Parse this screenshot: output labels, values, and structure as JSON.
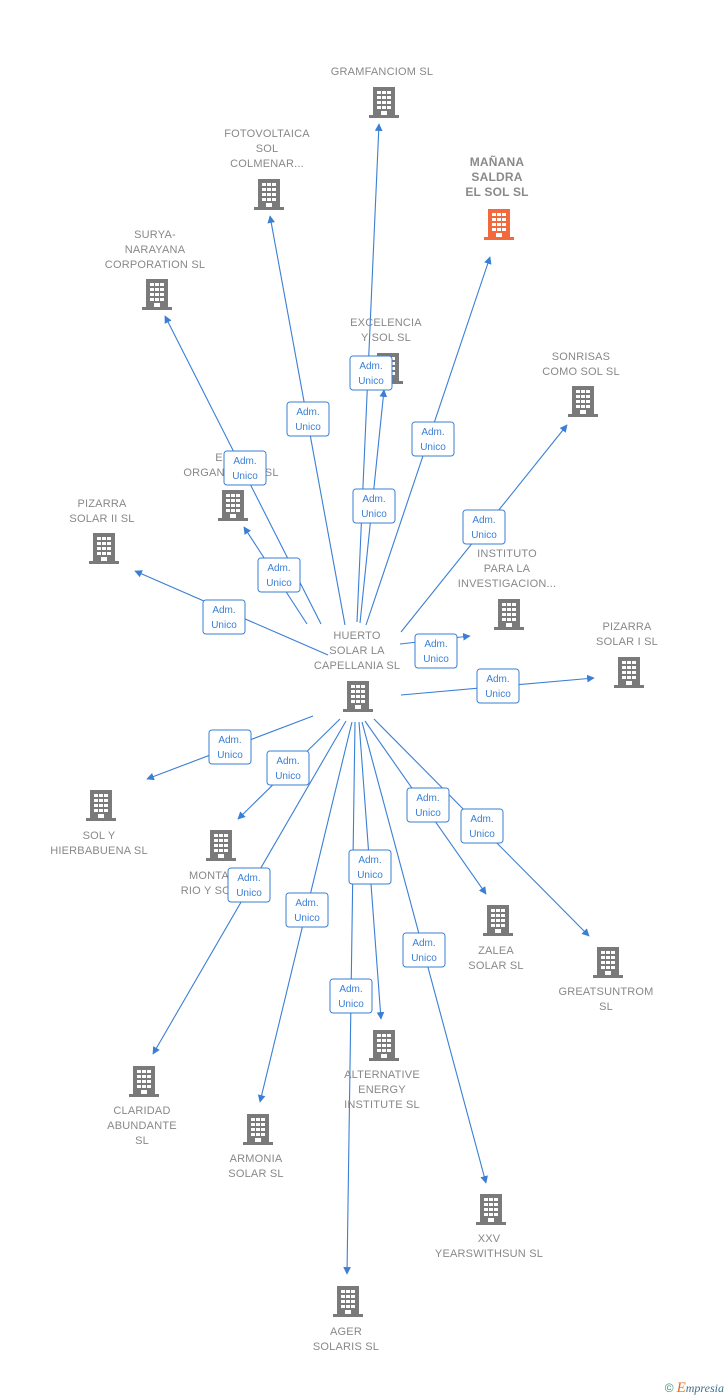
{
  "colors": {
    "node": "#7a7a7a",
    "highlight": "#f26a3b",
    "edge": "#3a7fd5"
  },
  "center": {
    "label": [
      "HUERTO",
      "SOLAR LA",
      "CAPELLANIA SL"
    ]
  },
  "nodes": [
    {
      "id": "gramfanciom",
      "label": [
        "GRAMFANCIOM SL"
      ]
    },
    {
      "id": "fotovoltaica",
      "label": [
        "FOTOVOLTAICA",
        "SOL",
        "COLMENAR..."
      ]
    },
    {
      "id": "manana",
      "label": [
        "MAÑANA",
        "SALDRA",
        "EL SOL SL"
      ],
      "highlight": true
    },
    {
      "id": "surya",
      "label": [
        "SURYA-",
        "NARAYANA",
        "CORPORATION SL"
      ]
    },
    {
      "id": "excelencia",
      "label": [
        "EXCELENCIA",
        "Y SOL SL"
      ]
    },
    {
      "id": "sonrisas",
      "label": [
        "SONRISAS",
        "COMO SOL SL"
      ]
    },
    {
      "id": "elite",
      "label": [
        "ELITE",
        "ORGANIC SOL SL"
      ]
    },
    {
      "id": "pizarra2",
      "label": [
        "PIZARRA",
        "SOLAR II SL"
      ]
    },
    {
      "id": "instituto",
      "label": [
        "INSTITUTO",
        "PARA LA",
        "INVESTIGACION..."
      ]
    },
    {
      "id": "pizarra1",
      "label": [
        "PIZARRA",
        "SOLAR I SL"
      ]
    },
    {
      "id": "solhierba",
      "label": [
        "SOL Y",
        "HIERBABUENA SL"
      ]
    },
    {
      "id": "montario",
      "label": [
        "MONTA",
        "RIO Y SOL"
      ]
    },
    {
      "id": "zalea",
      "label": [
        "ZALEA",
        "SOLAR SL"
      ]
    },
    {
      "id": "greatsun",
      "label": [
        "GREATSUNTROM",
        "SL"
      ]
    },
    {
      "id": "claridad",
      "label": [
        "CLARIDAD",
        "ABUNDANTE",
        "SL"
      ]
    },
    {
      "id": "armonia",
      "label": [
        "ARMONIA",
        "SOLAR SL"
      ]
    },
    {
      "id": "alternative",
      "label": [
        "ALTERNATIVE",
        "ENERGY",
        "INSTITUTE SL"
      ]
    },
    {
      "id": "xxv",
      "label": [
        "XXV",
        "YEARSWITHSUN SL"
      ]
    },
    {
      "id": "ager",
      "label": [
        "AGER",
        "SOLARIS SL"
      ]
    }
  ],
  "edge_label": [
    "Adm.",
    "Unico"
  ],
  "footer": {
    "copyright": "©",
    "brand_initial": "E",
    "brand_rest": "mpresia"
  }
}
